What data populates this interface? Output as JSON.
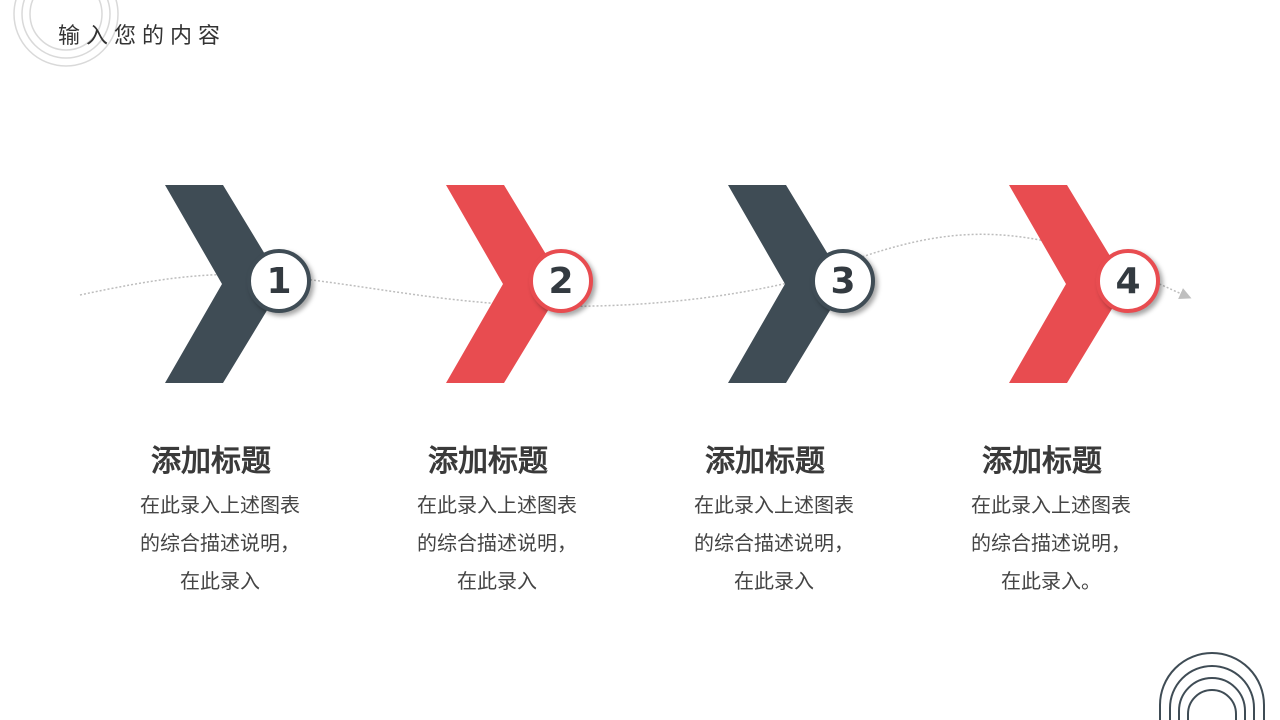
{
  "header": {
    "title": "输入您的内容"
  },
  "colors": {
    "dark": "#3f4c55",
    "red": "#e84c50",
    "text": "#3a3a3a"
  },
  "steps": [
    {
      "number": "1",
      "color": "dark",
      "title": "添加标题",
      "desc": [
        "在此录入上述图表",
        "的综合描述说明，",
        "在此录入"
      ]
    },
    {
      "number": "2",
      "color": "red",
      "title": "添加标题",
      "desc": [
        "在此录入上述图表",
        "的综合描述说明，",
        "在此录入"
      ]
    },
    {
      "number": "3",
      "color": "dark",
      "title": "添加标题",
      "desc": [
        "在此录入上述图表",
        "的综合描述说明，",
        "在此录入"
      ]
    },
    {
      "number": "4",
      "color": "red",
      "title": "添加标题",
      "desc": [
        "在此录入上述图表",
        "的综合描述说明，",
        "在此录入。"
      ]
    }
  ]
}
